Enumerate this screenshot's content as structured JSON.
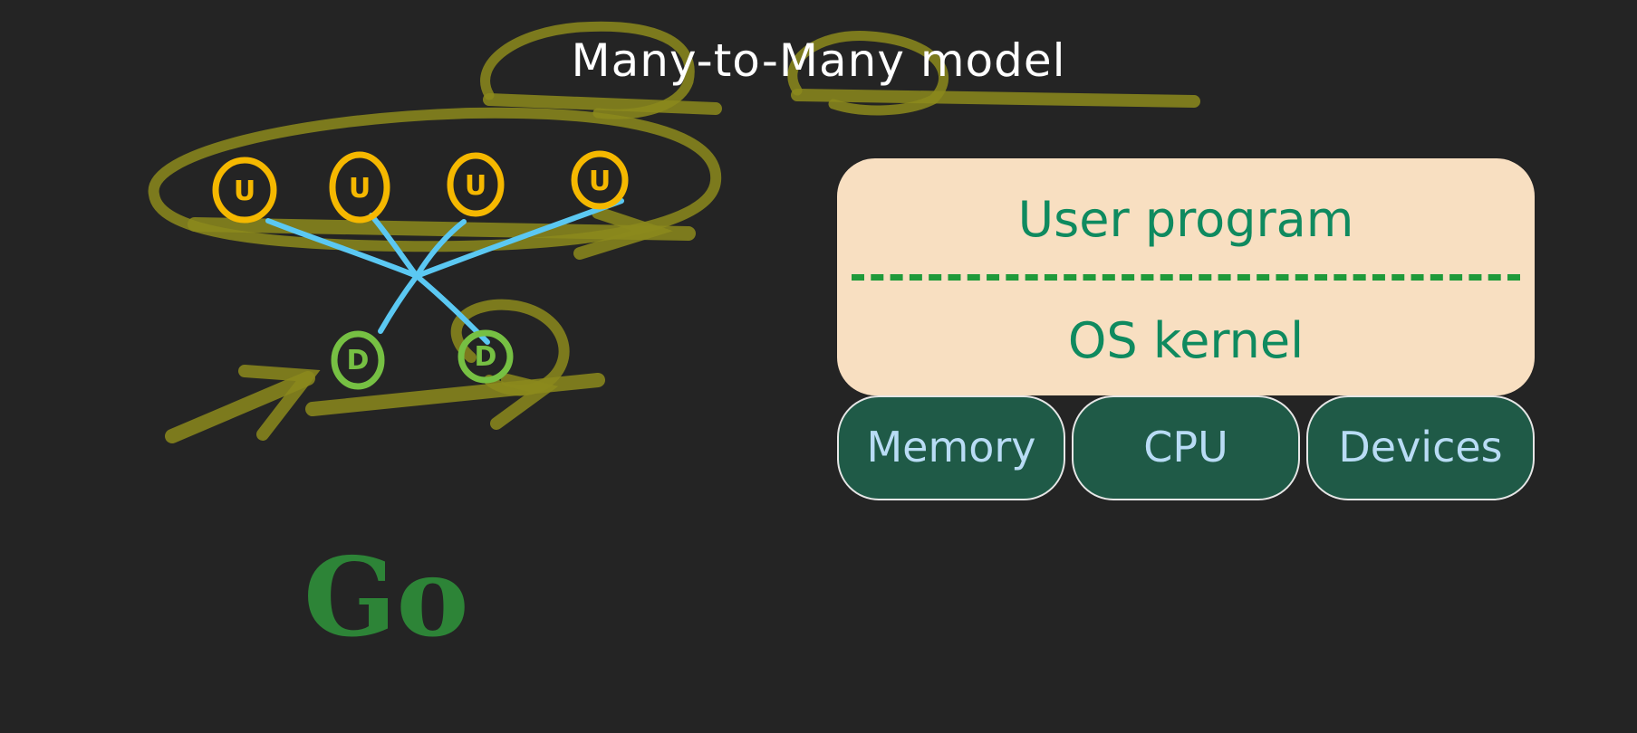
{
  "title": "Many-to-Many model",
  "user_threads": [
    {
      "label": "U"
    },
    {
      "label": "U"
    },
    {
      "label": "U"
    },
    {
      "label": "U"
    }
  ],
  "kernel_threads": [
    {
      "label": "D"
    },
    {
      "label": "D"
    }
  ],
  "go_label": "Go",
  "stack": {
    "user_layer": "User program",
    "kernel_layer": "OS kernel",
    "hardware": [
      "Memory",
      "CPU",
      "Devices"
    ]
  },
  "colors": {
    "background": "#242424",
    "highlighter": "#8c8a1c",
    "user_thread": "#f5b800",
    "kernel_thread": "#76c043",
    "connection": "#5bc8f2",
    "user_layer_fill": "#f8dfc1",
    "layer_text": "#0f8a5f",
    "hardware_fill": "#1f5a47",
    "hardware_text": "#b9dcf5"
  }
}
